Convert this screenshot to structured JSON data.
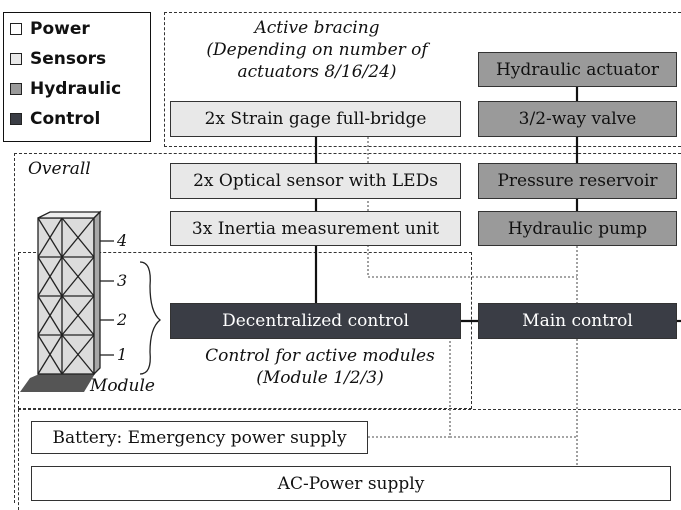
{
  "legend": {
    "power": "Power",
    "sensors": "Sensors",
    "hydraulic": "Hydraulic",
    "control": "Control"
  },
  "regions": {
    "active_bracing": "Active bracing\n(Depending on number of\nactuators 8/16/24)",
    "overall": "Overall",
    "control_active": "Control for active modules\n(Module 1/2/3)",
    "module": "Module"
  },
  "boxes": {
    "strain_gage": "2x Strain gage full-bridge",
    "optical": "2x Optical sensor with LEDs",
    "imu": "3x Inertia measurement unit",
    "decentralized": "Decentralized control",
    "main_control": "Main control",
    "hyd_actuator": "Hydraulic actuator",
    "valve": "3/2-way valve",
    "reservoir": "Pressure reservoir",
    "pump": "Hydraulic pump",
    "battery": "Battery: Emergency power supply",
    "ac_power": "AC-Power supply"
  },
  "module_ticks": [
    "4",
    "3",
    "2",
    "1"
  ],
  "colors": {
    "power": "#ffffff",
    "sensors": "#e8e8e8",
    "hydraulic": "#9a9a9a",
    "control": "#3a3d45"
  }
}
